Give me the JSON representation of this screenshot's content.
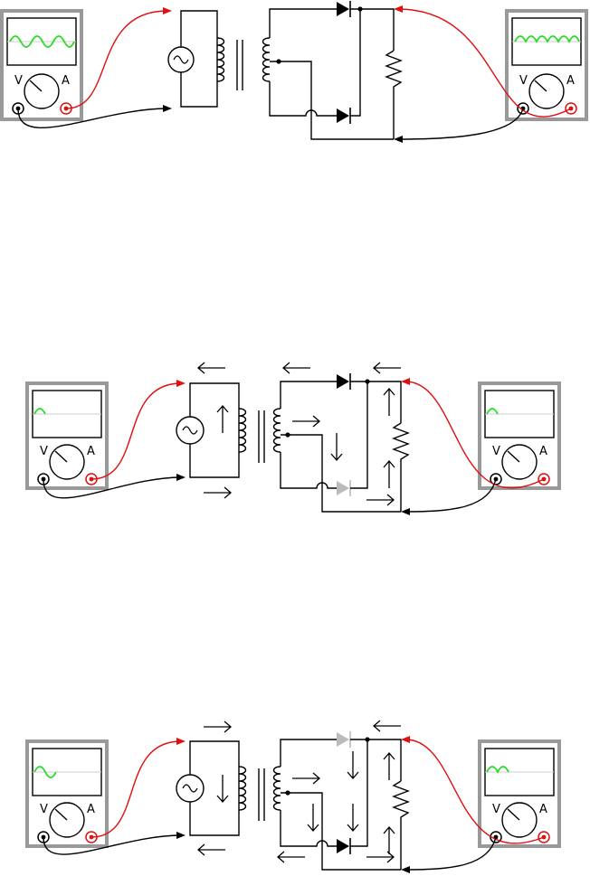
{
  "meters": {
    "voltage_label": "V",
    "current_label": "A"
  },
  "colors": {
    "trace": "#22dd22",
    "red_lead": "#e01010",
    "black_lead": "#000000",
    "inactive_diode": "#bbbbbb",
    "meter_case": "#999999"
  },
  "panels": [
    {
      "id": "overview",
      "left_trace": "full-sine",
      "right_trace": "full-wave-rectified",
      "active_diode": "both"
    },
    {
      "id": "first-half-cycle",
      "left_trace": "positive-half-cycle",
      "right_trace": "single-hump",
      "active_diode": "upper"
    },
    {
      "id": "second-half-cycle",
      "left_trace": "positive-then-negative",
      "right_trace": "double-hump",
      "active_diode": "lower"
    }
  ]
}
